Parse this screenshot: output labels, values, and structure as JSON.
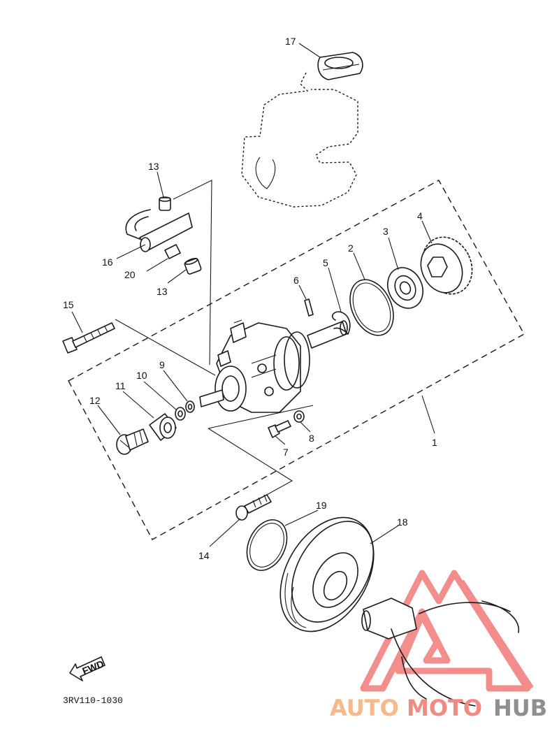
{
  "part_labels": {
    "p1": "1",
    "p2": "2",
    "p3": "3",
    "p4": "4",
    "p5": "5",
    "p6": "6",
    "p7": "7",
    "p8": "8",
    "p9": "9",
    "p10": "10",
    "p11": "11",
    "p12": "12",
    "p13a": "13",
    "p13b": "13",
    "p14": "14",
    "p15": "15",
    "p16": "16",
    "p17": "17",
    "p18": "18",
    "p19": "19",
    "p20": "20"
  },
  "fwd_label": "FWD",
  "diagram_code": "3RV110-1030",
  "watermark": {
    "part1": "AUTO",
    "part2": "MOTO",
    "part3": "HUB",
    "color1": "#f7b98a",
    "color2": "#ef8b84",
    "color3": "#8f8f8f",
    "triangle_color": "#f07a78"
  }
}
